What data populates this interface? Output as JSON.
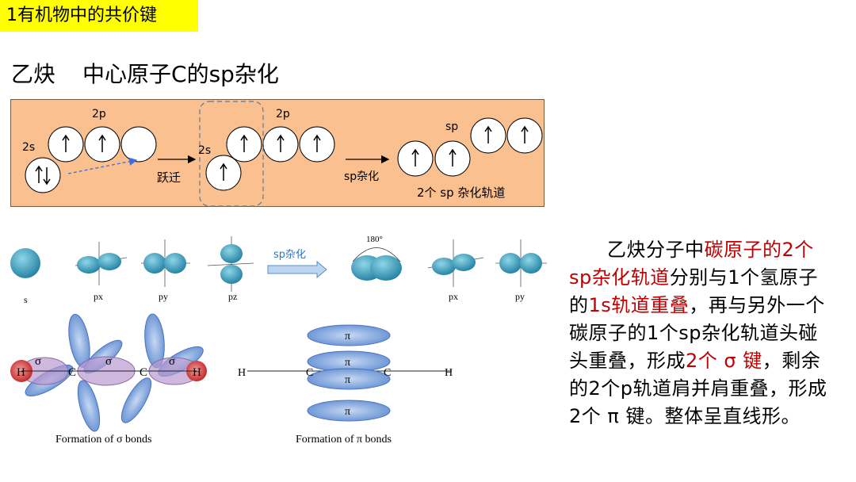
{
  "tag": "1有机物中的共价键",
  "heading": {
    "molecule": "乙炔",
    "title": "中心原子C的sp杂化"
  },
  "diagram": {
    "label_2s_left": "2s",
    "label_2p_left": "2p",
    "arrow_jump": "跃迁",
    "label_2s_mid": "2s",
    "label_2p_mid": "2p",
    "arrow_hybrid": "sp杂化",
    "label_sp": "sp",
    "caption_sp": "2个 sp 杂化轨道"
  },
  "orbitals": {
    "labels": [
      "s",
      "px",
      "py",
      "pz"
    ],
    "hybrid_arrow": "sp杂化",
    "angle": "180°",
    "labels_after": [
      "px",
      "py"
    ]
  },
  "sigma": {
    "atoms": [
      "H",
      "C",
      "C",
      "H"
    ],
    "bond": "σ",
    "caption": "Formation of σ bonds"
  },
  "pi": {
    "atoms": [
      "H",
      "C",
      "C",
      "H"
    ],
    "bond": "π",
    "caption": "Formation of π bonds"
  },
  "paragraph": {
    "p1": "乙炔分子中",
    "r1": "碳原子的2个sp杂化轨道",
    "p2": "分别与1个氢原子的",
    "r2": "1s轨道重叠",
    "p3": "，再与另外一个碳原子的1个sp杂化轨道头碰头重叠，形成",
    "r3": "2个 σ 键",
    "p4": "，剩余的2个p轨道肩并肩重叠，形成2个 π 键。整体呈直线形。"
  },
  "colors": {
    "highlight": "#ffff00",
    "panel": "#fac090",
    "red": "#c00000",
    "orbital": "#4a9cc9",
    "lobe": "#6c94d4",
    "sigma": "#b99ad0"
  }
}
